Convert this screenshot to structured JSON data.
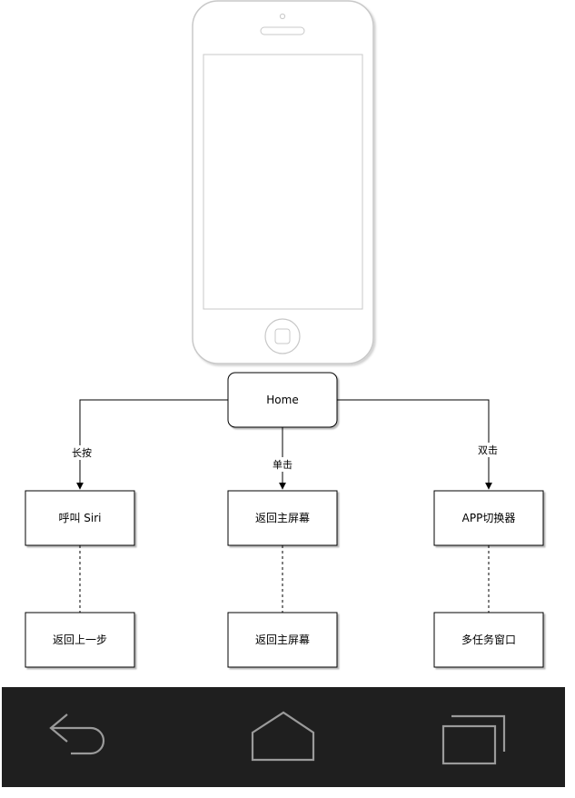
{
  "home": {
    "label": "Home"
  },
  "branches": [
    {
      "action": "长按",
      "ios": "呼叫 Siri",
      "android": "返回上一步"
    },
    {
      "action": "单击",
      "ios": "返回主屏幕",
      "android": "返回主屏幕"
    },
    {
      "action": "双击",
      "ios": "APP切换器",
      "android": "多任务窗口"
    }
  ],
  "android_nav": {
    "icons": [
      "back-arrow-icon",
      "home-outline-icon",
      "recent-apps-icon"
    ]
  },
  "colors": {
    "nav_bar": "#1f1f1f",
    "nav_icon": "#9a9a9a",
    "phone_outline": "#c8c8c8",
    "line": "#000000"
  }
}
